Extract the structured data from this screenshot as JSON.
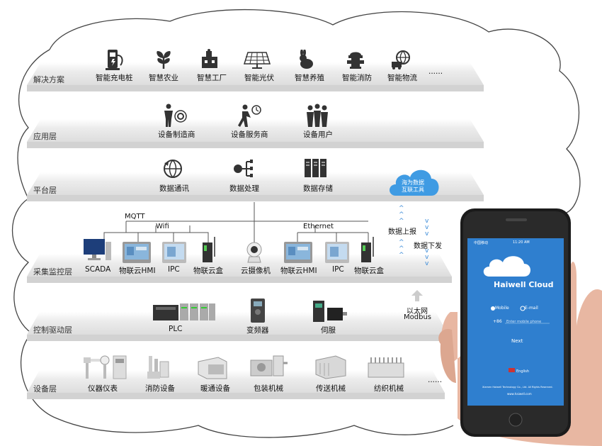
{
  "layers": {
    "solutions": "解决方案",
    "application": "应用层",
    "platform": "平台层",
    "collection": "采集监控层",
    "control": "控制驱动层",
    "device": "设备层"
  },
  "solutions": [
    "智能充电桩",
    "智慧农业",
    "智慧工厂",
    "智能光伏",
    "智慧养殖",
    "智能消防",
    "智能物流"
  ],
  "solutions_more": "......",
  "application_items": [
    "设备制造商",
    "设备服务商",
    "设备用户"
  ],
  "platform_items": [
    "数据通讯",
    "数据处理",
    "数据存储"
  ],
  "cloud_badge": [
    "海为数据",
    "互联工具"
  ],
  "network": {
    "mqtt": "MQTT",
    "wifi": "Wifi",
    "ethernet": "Ethernet"
  },
  "collection_items": [
    "SCADA",
    "物联云HMI",
    "IPC",
    "物联云盒",
    "云摄像机",
    "物联云HMI",
    "IPC",
    "物联云盒"
  ],
  "data_up": "数据上报",
  "data_down": "数据下发",
  "control_items": [
    "PLC",
    "变频器",
    "伺服"
  ],
  "ethernet_modbus": [
    "以太网",
    "Modbus"
  ],
  "device_items": [
    "仪器仪表",
    "消防设备",
    "暖通设备",
    "包装机械",
    "传送机械",
    "纺织机械"
  ],
  "device_more": "......",
  "phone": {
    "app_name": "Haiwell Cloud",
    "mobile": "Mobile",
    "email": "E-mail",
    "country_code": "+86",
    "placeholder": "Enter mobile phone",
    "next": "Next",
    "language": "English",
    "copyright": "Xiamen Haiwell Technology Co., Ltd. All Rights Reserved.",
    "website": "www.haiwell.com",
    "time": "11:20 AM",
    "carrier": "中国移动"
  },
  "colors": {
    "accent": "#3a8ad8",
    "screen": "#2f7fcf",
    "layer_base": "#d2d2d2"
  }
}
